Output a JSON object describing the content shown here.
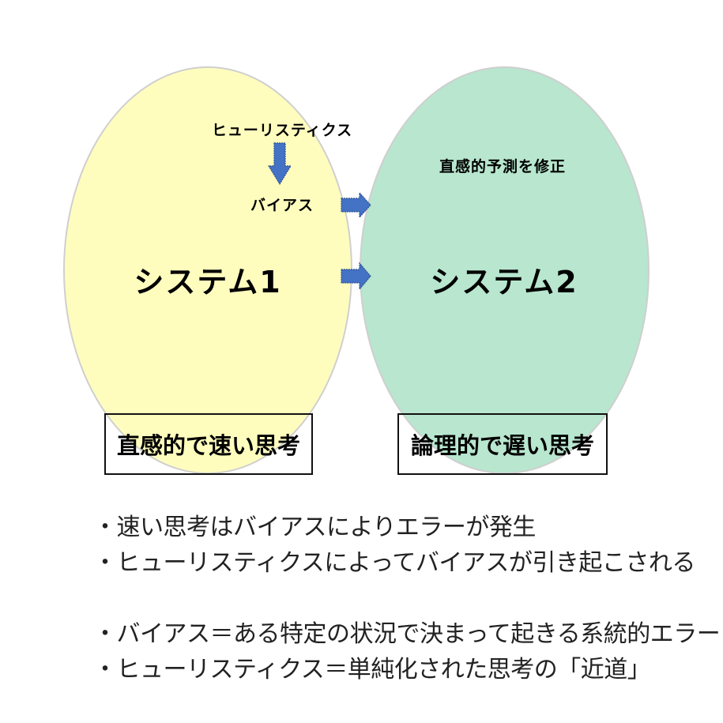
{
  "diagram": {
    "system1": {
      "title": "システム1",
      "fill_color": "#FFFDBE",
      "box_label": "直感的で速い思考",
      "top_label": "ヒューリスティクス",
      "bottom_label": "バイアス"
    },
    "system2": {
      "title": "システム2",
      "fill_color": "#B8E6CF",
      "box_label": "論理的で遅い思考",
      "top_label": "直感的予測を修正"
    },
    "arrow_color": "#4472C4",
    "arrows": [
      {
        "from": "ヒューリスティクス",
        "to": "バイアス",
        "direction": "down"
      },
      {
        "from": "バイアス",
        "to": "システム2",
        "direction": "right"
      },
      {
        "from": "システム1",
        "to": "システム2",
        "direction": "right"
      }
    ]
  },
  "notes": {
    "group1": [
      "・速い思考はバイアスによりエラーが発生",
      "・ヒューリスティクスによってバイアスが引き起こされる"
    ],
    "group2": [
      "・バイアス＝ある特定の状況で決まって起きる系統的エラー",
      "・ヒューリスティクス＝単純化された思考の「近道」"
    ]
  }
}
